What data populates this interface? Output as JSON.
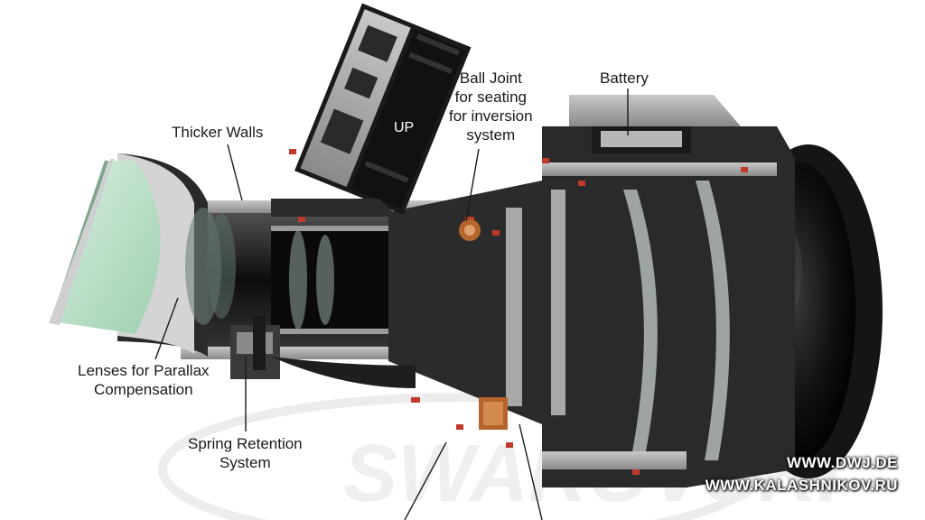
{
  "labels": {
    "thicker_walls": "Thicker Walls",
    "ball_joint": [
      "Ball Joint",
      "for seating",
      "for inversion",
      "system"
    ],
    "battery": "Battery",
    "lenses_parallax": [
      "Lenses for Parallax",
      "Compensation"
    ],
    "spring_retention": [
      "Spring Retention",
      "System"
    ]
  },
  "turret_marking": "UP",
  "background_logo": "SWAROVSKI",
  "watermark": [
    "WWW.DWJ.DE",
    "WWW.KALASHNIKOV.RU"
  ],
  "colors": {
    "background": "#ffffff",
    "metal_cut": "#9a9a9a",
    "metal_dark": "#1c1c1c",
    "accent_red": "#c0392b",
    "copper": "#b5652b",
    "ocular_glass": "#b9dcc4",
    "rubber": "#111111"
  }
}
